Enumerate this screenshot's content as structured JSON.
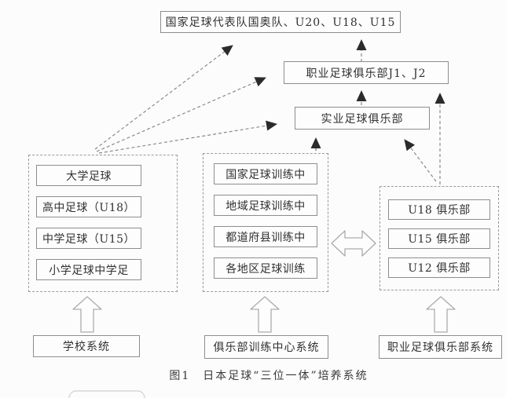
{
  "caption": "图1　日本足球“三位一体”培养系统",
  "national_team_box": {
    "label": "国家足球代表队国奥队、U20、U18、U15"
  },
  "pro_league_box": {
    "label": "职业足球俱乐部J1、J2"
  },
  "industry_club_box": {
    "label": "实业足球俱乐部"
  },
  "school": {
    "system_label": "学校系统",
    "items": [
      "大学足球",
      "高中足球（U18）",
      "中学足球（U15）",
      "小学足球中学足"
    ]
  },
  "training": {
    "system_label": "俱乐部训练中心系统",
    "items": [
      "国家足球训练中",
      "地域足球训练中",
      "都道府县训练中",
      "各地区足球训练"
    ]
  },
  "pro_clubs": {
    "system_label": "职业足球俱乐部系统",
    "items": [
      "U18 俱乐部",
      "U15 俱乐部",
      "U12 俱乐部"
    ]
  },
  "colors": {
    "background": "#fcfcfc",
    "box_border": "#8d8d8d",
    "dashed_border": "#9a9a9a",
    "text": "#303030",
    "arrow_head": "#2b2b2b",
    "arrow_line": "#8a8a8a",
    "hollow_arrow_outline": "#ababab"
  }
}
